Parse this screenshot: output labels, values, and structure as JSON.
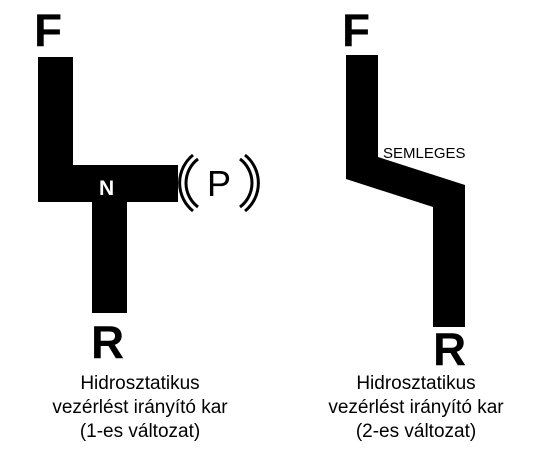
{
  "variant_1": {
    "forward_label": "F",
    "reverse_label": "R",
    "neutral_label": "N",
    "park_label": "P",
    "caption": {
      "line1": "Hidrosztatikus",
      "line2": "vezérlést irányító kar",
      "line3": "(1-es változat)"
    }
  },
  "variant_2": {
    "forward_label": "F",
    "reverse_label": "R",
    "neutral_label": "SEMLEGES",
    "caption": {
      "line1": "Hidrosztatikus",
      "line2": "vezérlést irányító kar",
      "line3": "(2-es változat)"
    }
  },
  "colors": {
    "slot": "#000000",
    "on_slot_text": "#ffffff",
    "text": "#000000",
    "background": "#ffffff"
  }
}
